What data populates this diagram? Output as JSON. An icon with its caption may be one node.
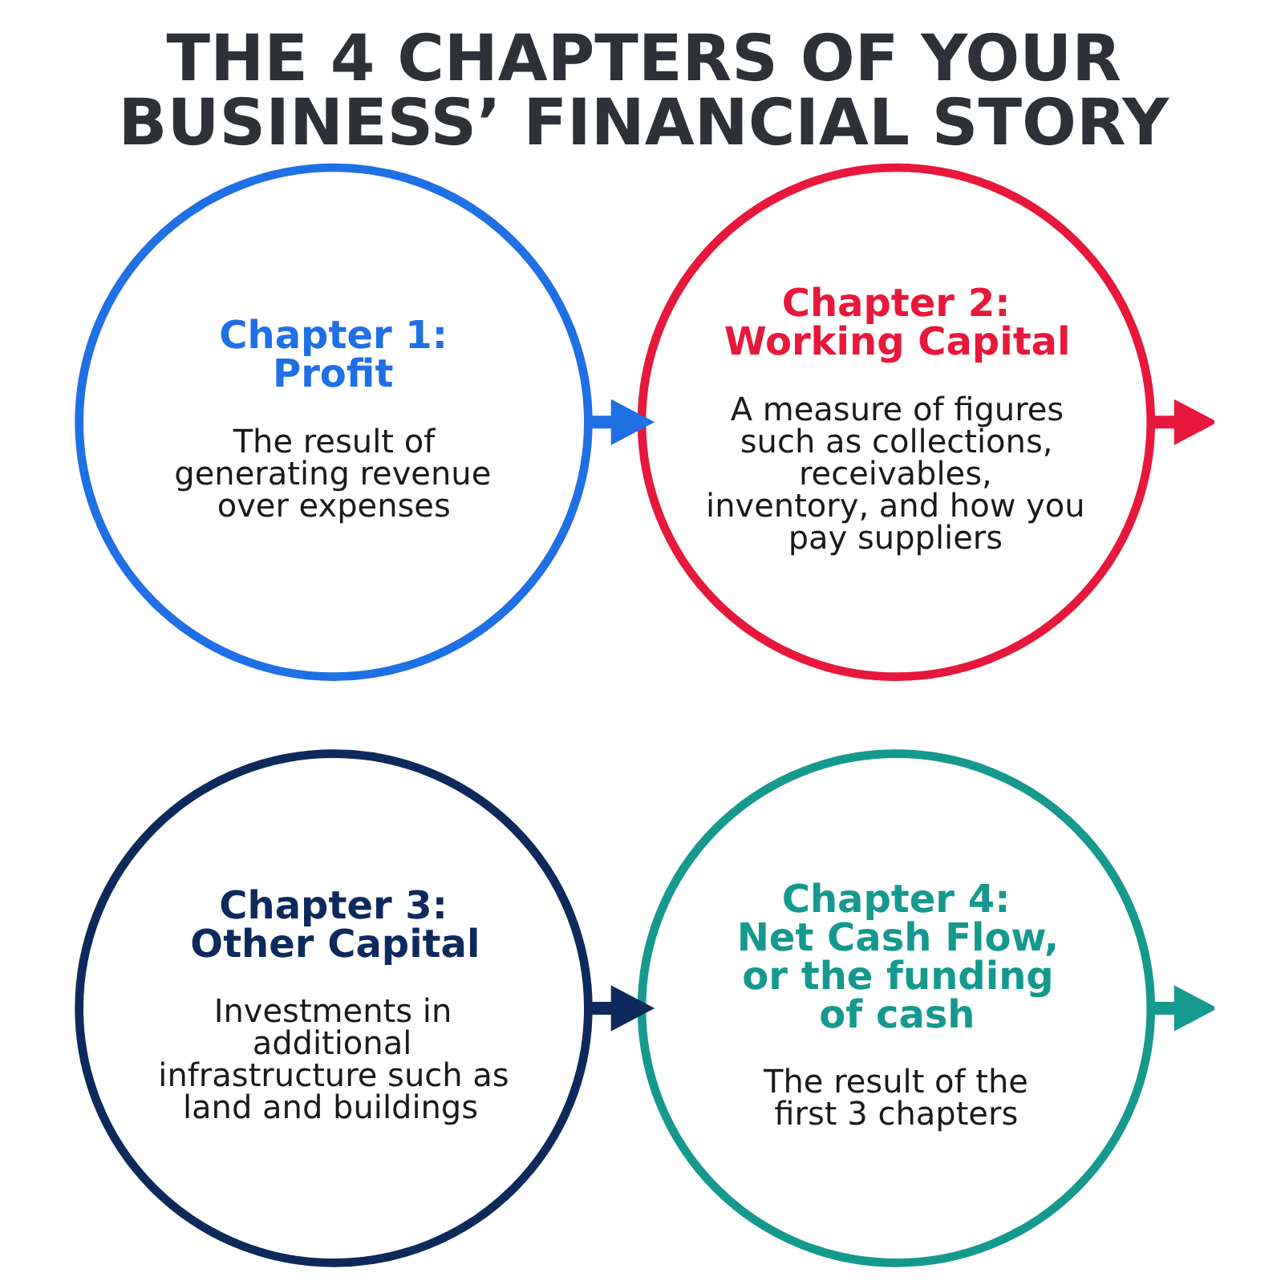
{
  "diagram": {
    "title": "THE 4 CHAPTERS OF YOUR BUSINESS’ FINANCIAL STORY",
    "nodes": [
      {
        "text": [
          "Chapter 1: Profit",
          "The result of generating revenue over expenses"
        ]
      },
      {
        "text": [
          "Chapter 2: Working Capital",
          "A measure of figures such as collections, receivables, inventory, and how you pay suppliers"
        ]
      },
      {
        "text": [
          "Chapter 3: Other Capital",
          "Investments in additional infrastructure such as land and buildings"
        ]
      },
      {
        "text": [
          "Chapter 4: Net Cash Flow, or the funding of cash",
          "The result of the first 3 chapters"
        ]
      }
    ],
    "edges": [
      {
        "from": 0,
        "to": 1,
        "arrow": "to",
        "color": "#1f6fe5"
      },
      {
        "from": 1,
        "to": null,
        "arrow": "to",
        "color": "#e8183c"
      },
      {
        "from": 2,
        "to": 3,
        "arrow": "to",
        "color": "#0e2a5c"
      },
      {
        "from": 3,
        "to": null,
        "arrow": "to",
        "color": "#15998f"
      }
    ]
  }
}
